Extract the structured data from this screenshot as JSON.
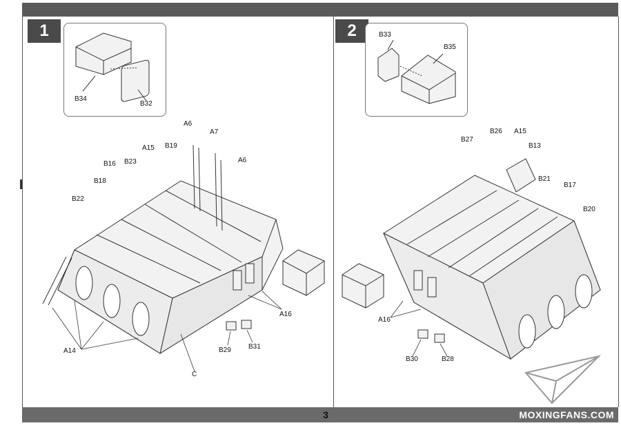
{
  "page": {
    "number": "3",
    "brand": "MOXINGFANS.COM"
  },
  "steps": [
    {
      "number": "1",
      "detail_labels": [
        "B34",
        "B32"
      ],
      "labels": [
        "A6",
        "A7",
        "A6",
        "A15",
        "B19",
        "B16",
        "B23",
        "B18",
        "B22",
        "A16",
        "A14",
        "B29",
        "B31",
        "C"
      ]
    },
    {
      "number": "2",
      "detail_labels": [
        "B33",
        "B35"
      ],
      "labels": [
        "B27",
        "B26",
        "A15",
        "B13",
        "B21",
        "B17",
        "B20",
        "A16",
        "B30",
        "B28"
      ]
    }
  ],
  "colors": {
    "bar": "#5a5a5a",
    "badge": "#4a4a4a",
    "part_fill": "#f2f2f2",
    "line": "#333333"
  },
  "icons": [
    "paper-plane-logo-icon"
  ]
}
